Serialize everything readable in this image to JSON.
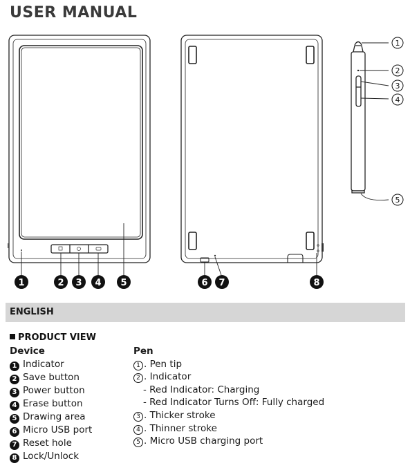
{
  "title": "USER MANUAL",
  "diagram": {
    "device_front_callouts": [
      "1",
      "2",
      "3",
      "4",
      "5"
    ],
    "device_back_callouts": [
      "6",
      "7",
      "8"
    ],
    "pen_callouts": [
      "1",
      "2",
      "3",
      "4",
      "5"
    ]
  },
  "language": "ENGLISH",
  "section": "PRODUCT VIEW",
  "device": {
    "heading": "Device",
    "items": [
      {
        "num": "1",
        "label": "Indicator"
      },
      {
        "num": "2",
        "label": "Save button"
      },
      {
        "num": "3",
        "label": "Power button"
      },
      {
        "num": "4",
        "label": "Erase button"
      },
      {
        "num": "5",
        "label": "Drawing area"
      },
      {
        "num": "6",
        "label": "Micro USB port"
      },
      {
        "num": "7",
        "label": "Reset hole"
      },
      {
        "num": "8",
        "label": "Lock/Unlock"
      }
    ]
  },
  "pen": {
    "heading": "Pen",
    "items": [
      {
        "num": "1",
        "label": ". Pen tip"
      },
      {
        "num": "2",
        "label": ". Indicator"
      },
      {
        "sub": "- Red Indicator: Charging"
      },
      {
        "sub": "- Red Indicator Turns Off: Fully charged"
      },
      {
        "num": "3",
        "label": ". Thicker stroke"
      },
      {
        "num": "4",
        "label": ". Thinner stroke"
      },
      {
        "num": "5",
        "label": ". Micro USB charging port"
      }
    ]
  }
}
